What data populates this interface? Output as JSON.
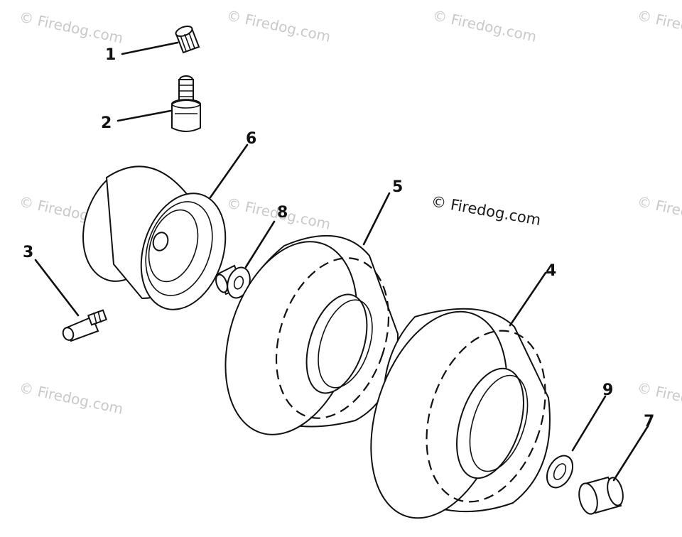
{
  "watermark": {
    "text": "© Firedog.com",
    "center_text": "© Firedog.com"
  },
  "callouts": [
    {
      "number": "1",
      "part": "valve-cap"
    },
    {
      "number": "2",
      "part": "valve-stem"
    },
    {
      "number": "3",
      "part": "grease-fitting"
    },
    {
      "number": "4",
      "part": "tire"
    },
    {
      "number": "5",
      "part": "tube"
    },
    {
      "number": "6",
      "part": "rim"
    },
    {
      "number": "7",
      "part": "cap"
    },
    {
      "number": "8",
      "part": "bushing"
    },
    {
      "number": "9",
      "part": "washer"
    }
  ],
  "colors": {
    "line": "#111111",
    "background": "#ffffff",
    "watermark": "#c9c9c9"
  }
}
